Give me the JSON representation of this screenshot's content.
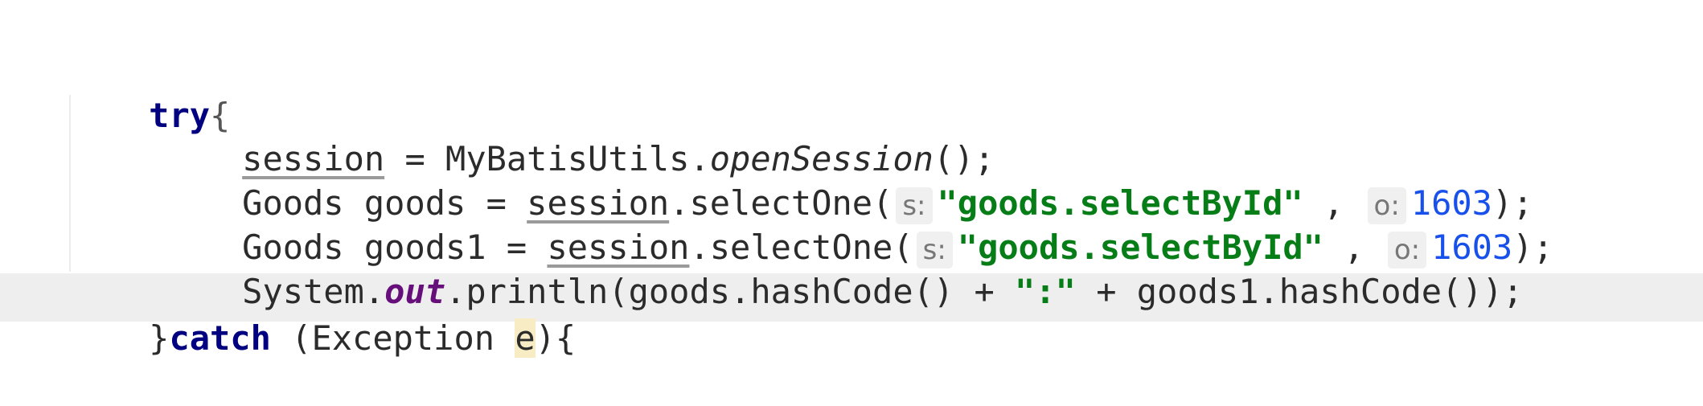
{
  "code": {
    "line1": {
      "kw_try": "try",
      "brace_open": "{"
    },
    "line2": {
      "var_session": "session",
      "assign": " = MyBatisUtils.",
      "method": "openSession",
      "tail": "();"
    },
    "line3": {
      "decl": "Goods goods = ",
      "var_session": "session",
      "call": ".selectOne(",
      "hint_s": "s:",
      "str_value": "\"goods.selectById\"",
      "comma": " , ",
      "hint_o": "o:",
      "num_value": "1603",
      "tail": ");"
    },
    "line4": {
      "decl": "Goods goods1 = ",
      "var_session": "session",
      "call": ".selectOne(",
      "hint_s": "s:",
      "str_value": "\"goods.selectById\"",
      "comma": " , ",
      "hint_o": "o:",
      "num_value": "1603",
      "tail": ");"
    },
    "line5": {
      "obj": "System.",
      "field": "out",
      "call": ".println(goods.hashCode() + ",
      "str_value": "\":\"",
      "tail": " + goods1.hashCode());"
    },
    "line6": {
      "brace_close": "}",
      "kw_catch": "catch",
      "paren_open": " (Exception ",
      "param": "e",
      "tail": "){"
    }
  },
  "colors": {
    "keyword": "#000080",
    "string": "#067d17",
    "number": "#1750eb",
    "static_field": "#660e7a",
    "hint_bg": "#f0f0f0",
    "current_line": "#eeeeee"
  }
}
